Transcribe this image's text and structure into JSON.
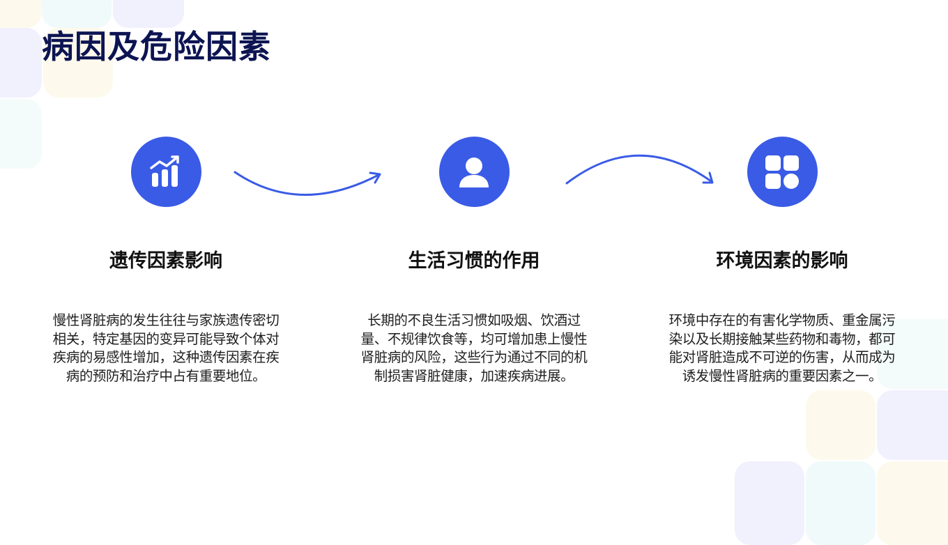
{
  "page": {
    "title": "病因及危险因素"
  },
  "theme": {
    "accent": "#3a5be6",
    "title_color": "#0d1452",
    "deco_colors": [
      "#e6e4fb",
      "#fbf6df",
      "#e3f6f5"
    ]
  },
  "items": [
    {
      "icon": "chart-growth-icon",
      "heading": "遗传因素影响",
      "text": "慢性肾脏病的发生往往与家族遗传密切相关，特定基因的变异可能导致个体对疾病的易感性增加，这种遗传因素在疾病的预防和治疗中占有重要地位。"
    },
    {
      "icon": "user-icon",
      "heading": "生活习惯的作用",
      "text": "长期的不良生活习惯如吸烟、饮酒过量、不规律饮食等，均可增加患上慢性肾脏病的风险，这些行为通过不同的机制损害肾脏健康，加速疾病进展。"
    },
    {
      "icon": "grid-apps-icon",
      "heading": "环境因素的影响",
      "text": "环境中存在的有害化学物质、重金属污染以及长期接触某些药物和毒物，都可能对肾脏造成不可逆的伤害，从而成为诱发慢性肾脏病的重要因素之一。"
    }
  ]
}
